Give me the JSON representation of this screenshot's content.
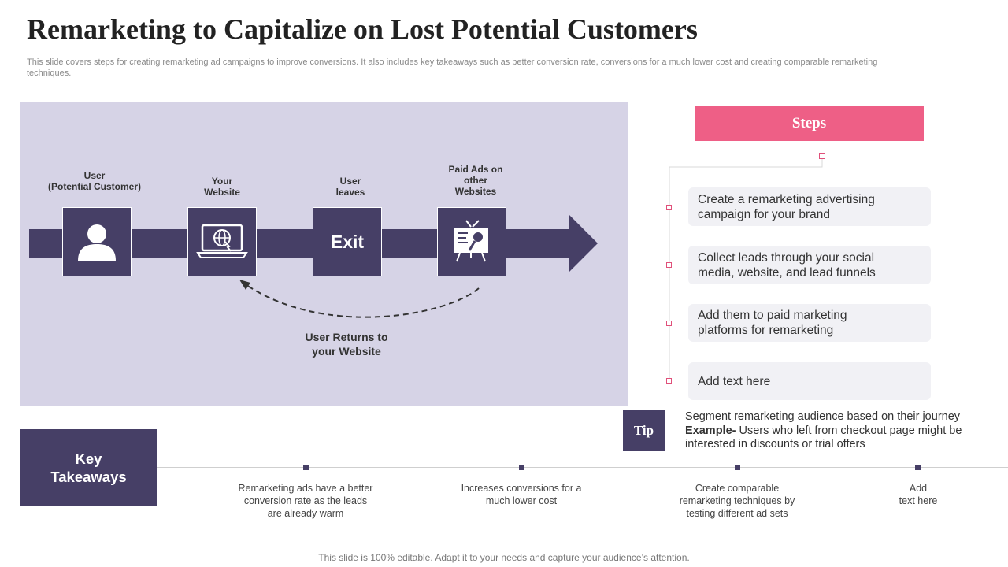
{
  "title": "Remarketing to Capitalize on Lost Potential Customers",
  "subtitle": "This slide covers steps for creating remarketing ad campaigns to improve conversions. It also includes key takeaways such as better conversion rate, conversions for a much lower cost and creating comparable remarketing techniques.",
  "flow": {
    "user_label": "User\n(Potential Customer)",
    "website_label": "Your\nWebsite",
    "leaves_label": "User\nleaves",
    "ads_label": "Paid Ads on\nother\nWebsites",
    "exit_text": "Exit",
    "return_label": "User Returns to\nyour Website"
  },
  "steps": {
    "header": "Steps",
    "items": [
      "Create a remarketing advertising\ncampaign for your brand",
      "Collect leads through your social\nmedia, website, and lead funnels",
      "Add them to paid marketing\nplatforms for remarketing",
      "Add text here"
    ]
  },
  "tip": {
    "label": "Tip",
    "line1": "Segment remarketing audience based on their journey",
    "example_label": "Example-",
    "example_text": " Users who left from checkout page might be interested in discounts or trial offers"
  },
  "key_takeaways": {
    "label": "Key\nTakeaways",
    "items": [
      "Remarketing ads have a better\nconversion rate as the leads\nare already warm",
      "Increases conversions for a\nmuch lower cost",
      "Create comparable\nremarketing techniques by\ntesting different ad sets",
      "Add\ntext here"
    ]
  },
  "footer": "This slide is 100% editable. Adapt it to your needs and capture your audience’s attention.",
  "colors": {
    "primary": "#463f66",
    "accent": "#ee5f86",
    "panel": "#d6d3e6"
  }
}
